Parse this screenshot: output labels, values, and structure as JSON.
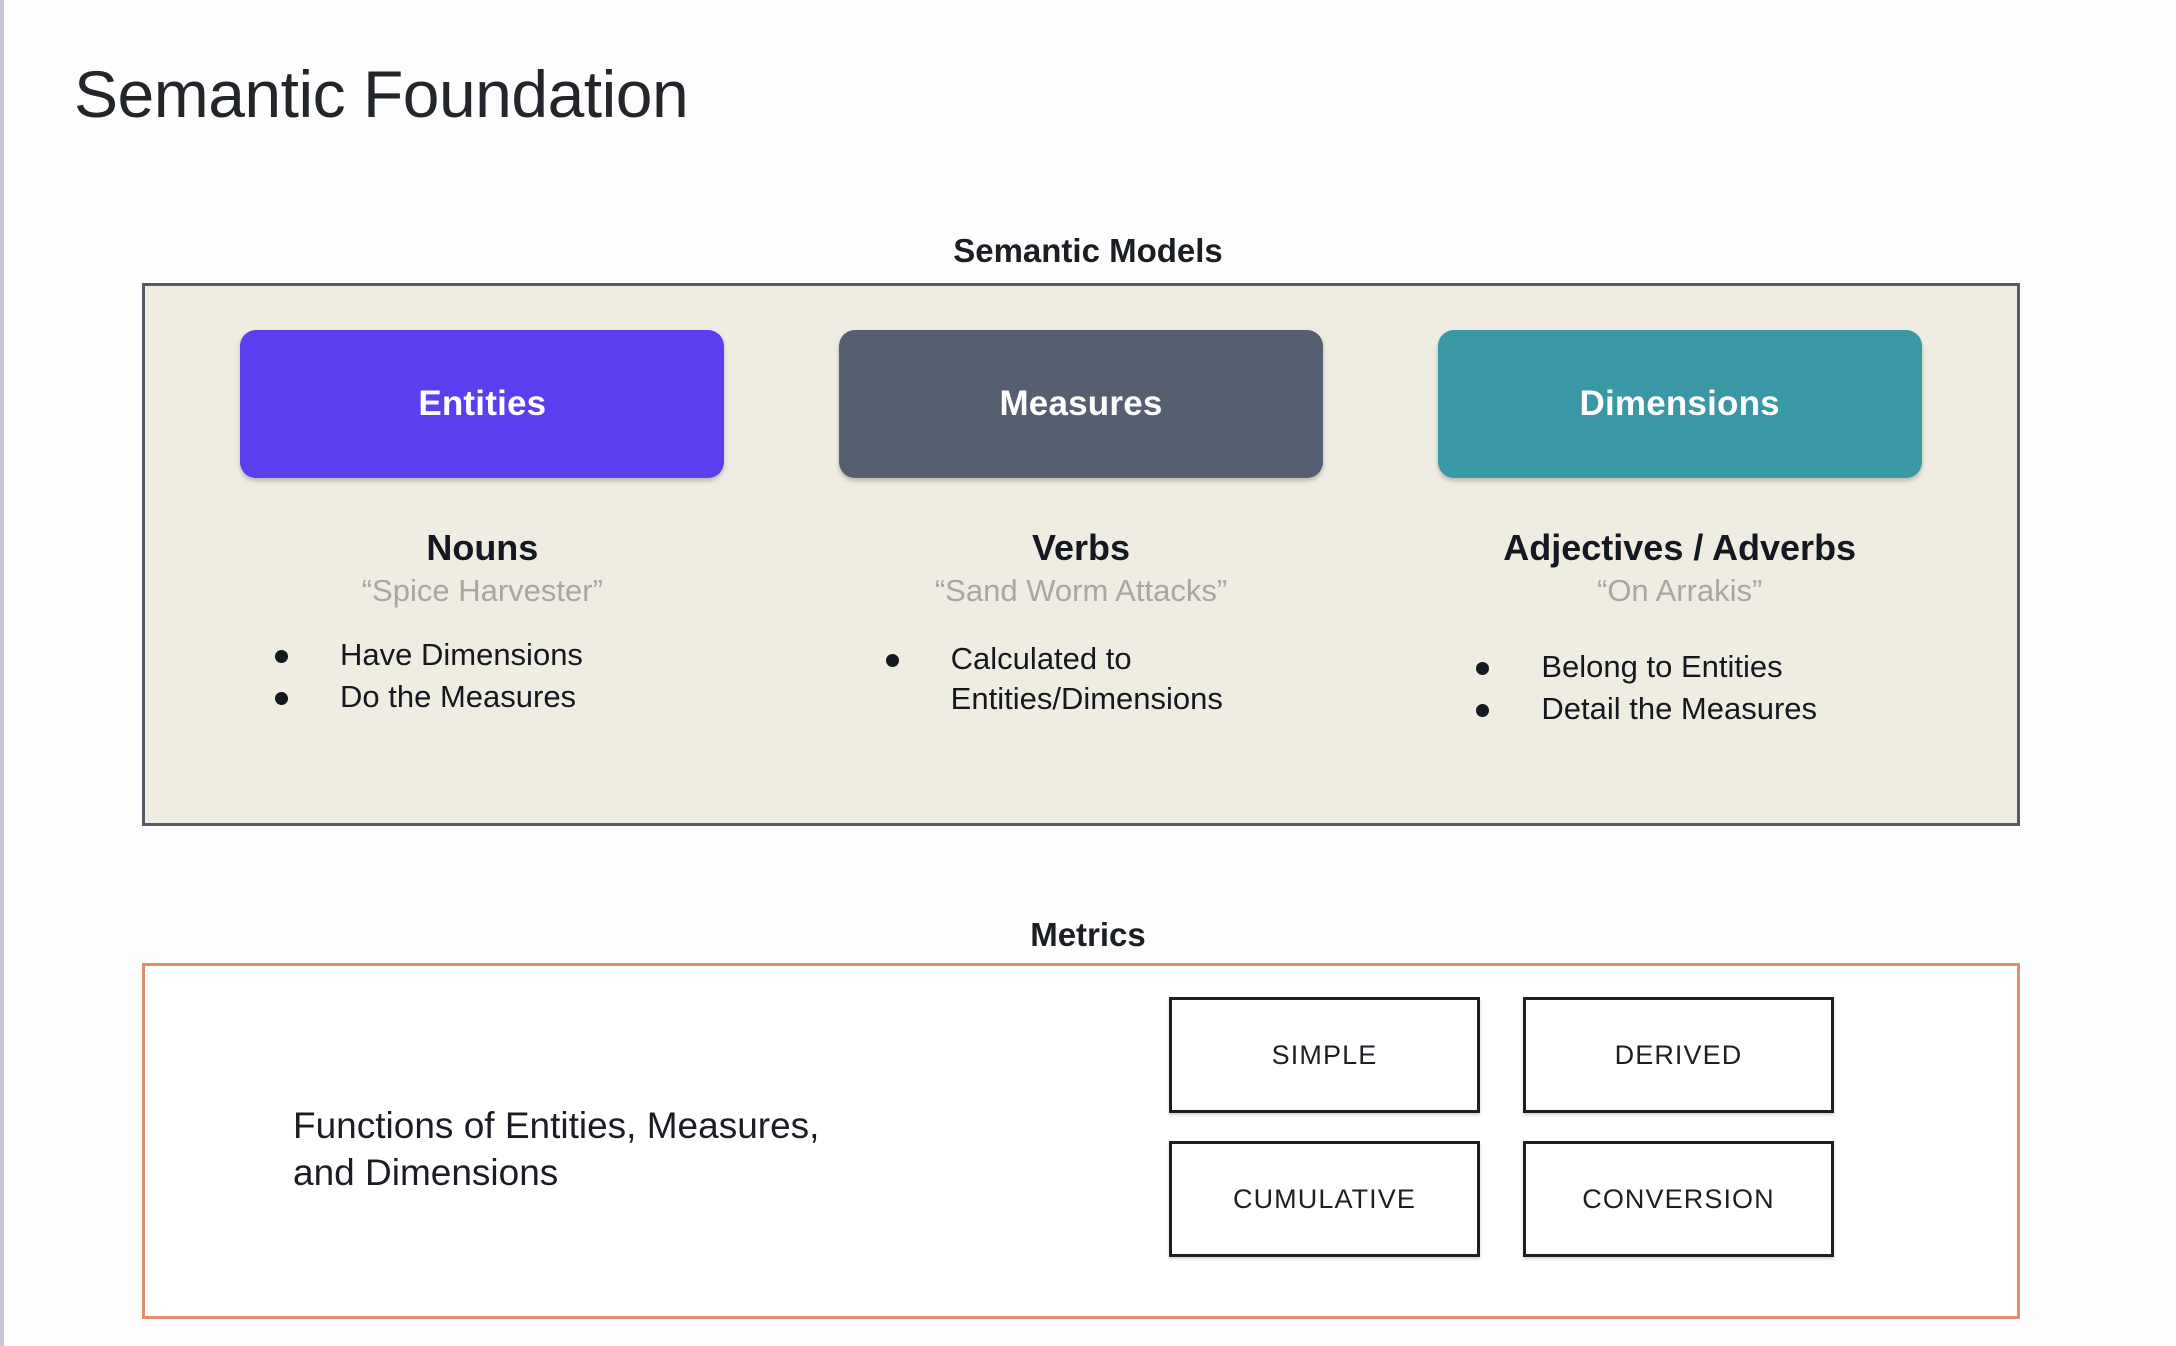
{
  "page": {
    "title": "Semantic Foundation",
    "background_color": "#fcfdfc"
  },
  "semantic_models": {
    "caption": "Semantic Models",
    "panel_bg": "#efede1",
    "panel_border": "#545c6b",
    "columns": [
      {
        "pill_label": "Entities",
        "pill_color": "#5b3ef0",
        "part_of_speech": "Nouns",
        "example": "“Spice Harvester”",
        "bullets": [
          "Have Dimensions",
          "Do the Measures"
        ]
      },
      {
        "pill_label": "Measures",
        "pill_color": "#565e72",
        "part_of_speech": "Verbs",
        "example": "“Sand Worm Attacks”",
        "bullets": [
          "Calculated to\nEntities/Dimensions"
        ]
      },
      {
        "pill_label": "Dimensions",
        "pill_color": "#3a98a4",
        "part_of_speech": "Adjectives / Adverbs",
        "example": "“On Arrakis”",
        "bullets": [
          "Belong to Entities",
          "Detail the Measures"
        ]
      }
    ]
  },
  "metrics": {
    "caption": "Metrics",
    "panel_border": "#e28e70",
    "description": "Functions of Entities, Measures,\nand Dimensions",
    "types": [
      "SIMPLE",
      "DERIVED",
      "CUMULATIVE",
      "CONVERSION"
    ]
  }
}
